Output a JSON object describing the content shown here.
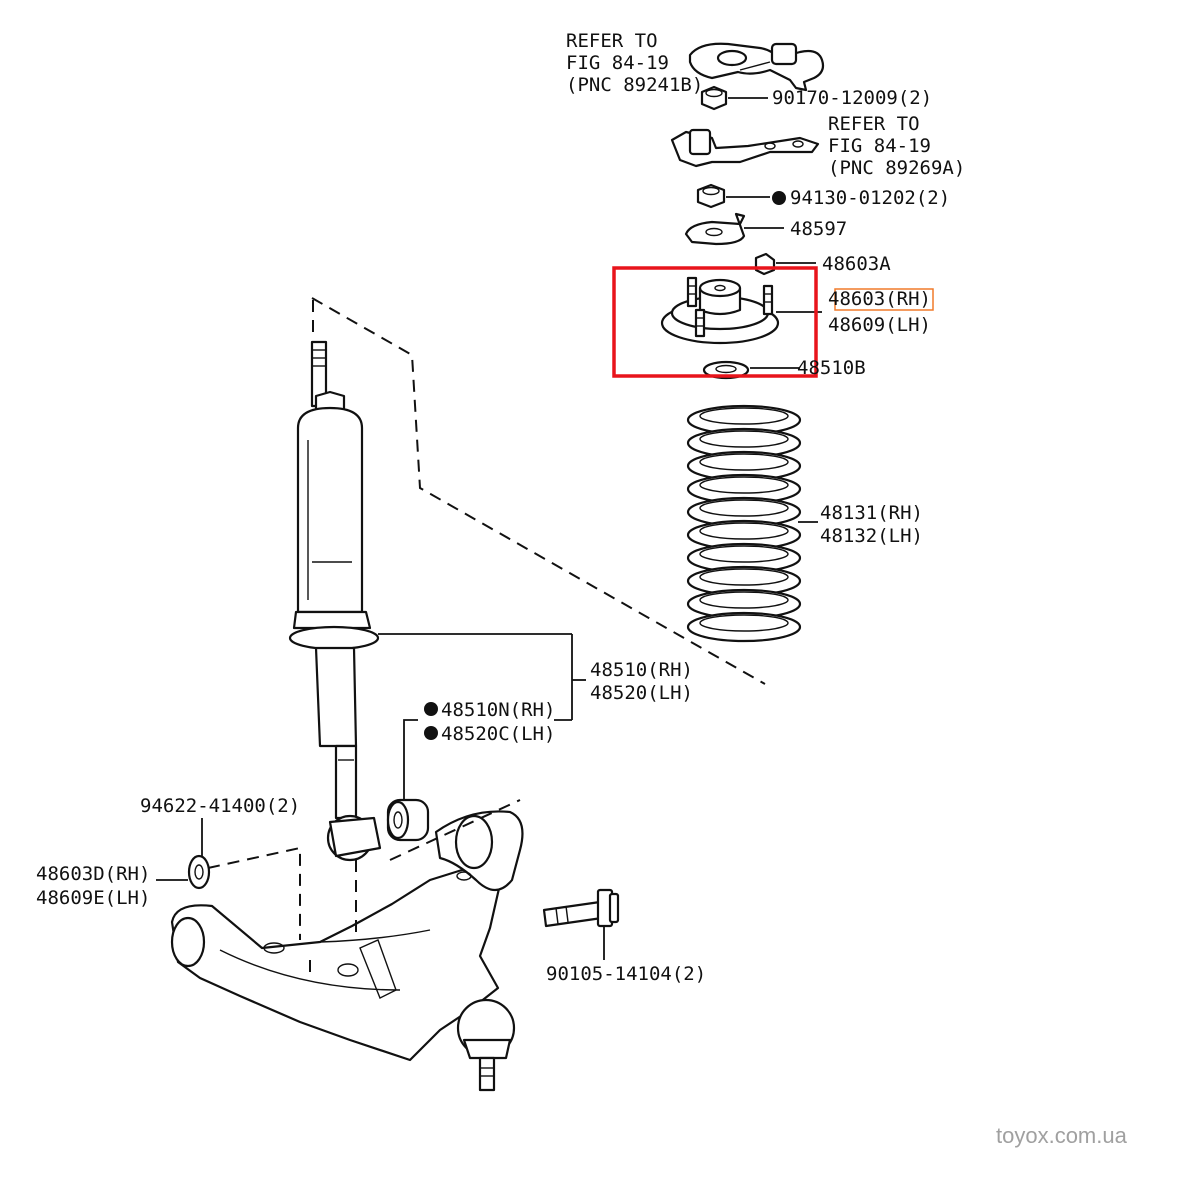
{
  "labels": {
    "refer_1_line1": "REFER TO",
    "refer_1_line2": "FIG 84-19",
    "refer_1_line3": "(PNC 89241B)",
    "part_90170": "90170-12009(2)",
    "refer_2_line1": "REFER TO",
    "refer_2_line2": "FIG 84-19",
    "refer_2_line3": "(PNC 89269A)",
    "part_94130": "94130-01202(2)",
    "part_48597": "48597",
    "part_48603A": "48603A",
    "part_48603_rh": "48603(RH)",
    "part_48609_lh": "48609(LH)",
    "part_48510B": "48510B",
    "part_48131_rh": "48131(RH)",
    "part_48132_lh": "48132(LH)",
    "part_48510_rh": "48510(RH)",
    "part_48520_lh": "48520(LH)",
    "part_48510N_rh": "48510N(RH)",
    "part_48520C_lh": "48520C(LH)",
    "part_94622": "94622-41400(2)",
    "part_48603D_rh": "48603D(RH)",
    "part_48609E_lh": "48609E(LH)",
    "part_90105": "90105-14104(2)"
  },
  "watermark": "toyox.com.ua",
  "colors": {
    "highlight_box": "#e8141b",
    "highlight_text_box": "#f07a2a",
    "line": "#111111",
    "watermark": "#a0a0a0"
  },
  "icons": {
    "marker": "filled-circle-bullet"
  }
}
